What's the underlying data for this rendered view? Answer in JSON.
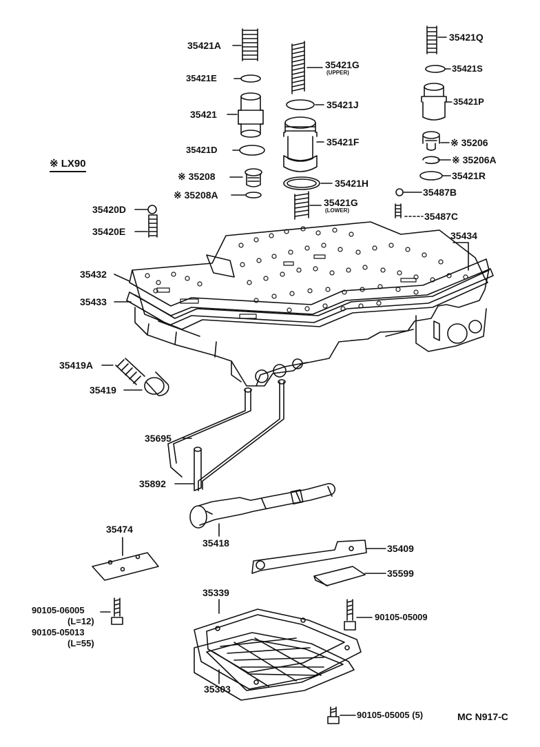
{
  "diagram": {
    "note": "※ LX90",
    "code": "MC N917-C",
    "labels": {
      "p35421A": "35421A",
      "p35421E": "35421E",
      "p35421": "35421",
      "p35421D": "35421D",
      "p35208": "※ 35208",
      "p35208A": "※ 35208A",
      "p35420D": "35420D",
      "p35420E": "35420E",
      "p35421G_upper": "35421G",
      "p35421G_upper_note": "(UPPER)",
      "p35421J": "35421J",
      "p35421F": "35421F",
      "p35421H": "35421H",
      "p35421G_lower": "35421G",
      "p35421G_lower_note": "(LOWER)",
      "p35421Q": "35421Q",
      "p35421S": "35421S",
      "p35421P": "35421P",
      "p35206": "※ 35206",
      "p35206A": "※ 35206A",
      "p35421R": "35421R",
      "p35487B": "35487B",
      "p35487C": "35487C",
      "p35434": "35434",
      "p35432": "35432",
      "p35433": "35433",
      "p35419A": "35419A",
      "p35419": "35419",
      "p35695": "35695",
      "p35892": "35892",
      "p35418": "35418",
      "p35409": "35409",
      "p35599": "35599",
      "p35474": "35474",
      "p35339": "35339",
      "p35303": "35303",
      "p90105_06005": "90105-06005",
      "p90105_06005_len": "(L=12)",
      "p90105_05013": "90105-05013",
      "p90105_05013_len": "(L=55)",
      "p90105_05009": "90105-05009",
      "p90105_05005": "90105-05005 (5)"
    }
  }
}
